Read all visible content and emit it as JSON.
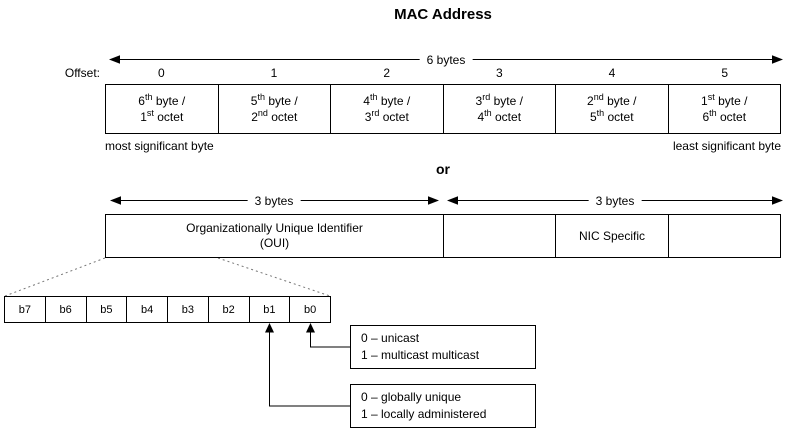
{
  "title": "MAC Address",
  "top_section": {
    "span_label": "6 bytes",
    "offset_label": "Offset:",
    "offsets": [
      "0",
      "1",
      "2",
      "3",
      "4",
      "5"
    ],
    "cells": [
      {
        "byte_num": "6",
        "byte_ord": "th",
        "byte_rest": " byte /",
        "octet_num": "1",
        "octet_ord": "st",
        "octet_rest": " octet"
      },
      {
        "byte_num": "5",
        "byte_ord": "th",
        "byte_rest": " byte /",
        "octet_num": "2",
        "octet_ord": "nd",
        "octet_rest": " octet"
      },
      {
        "byte_num": "4",
        "byte_ord": "th",
        "byte_rest": " byte /",
        "octet_num": "3",
        "octet_ord": "rd",
        "octet_rest": " octet"
      },
      {
        "byte_num": "3",
        "byte_ord": "rd",
        "byte_rest": " byte /",
        "octet_num": "4",
        "octet_ord": "th",
        "octet_rest": " octet"
      },
      {
        "byte_num": "2",
        "byte_ord": "nd",
        "byte_rest": " byte /",
        "octet_num": "5",
        "octet_ord": "th",
        "octet_rest": " octet"
      },
      {
        "byte_num": "1",
        "byte_ord": "st",
        "byte_rest": " byte /",
        "octet_num": "6",
        "octet_ord": "th",
        "octet_rest": " octet"
      }
    ],
    "msb_label": "most significant byte",
    "lsb_label": "least significant byte"
  },
  "or_label": "or",
  "oui_section": {
    "left_span_label": "3 bytes",
    "right_span_label": "3 bytes",
    "oui_line1": "Organizationally Unique Identifier",
    "oui_line2": "(OUI)",
    "nic_label": "NIC Specific"
  },
  "bit_table": {
    "bits": [
      "b7",
      "b6",
      "b5",
      "b4",
      "b3",
      "b2",
      "b1",
      "b0"
    ]
  },
  "legends": {
    "unicast_box": {
      "line1": "0 – unicast",
      "line2": "1 – multicast multicast"
    },
    "global_box": {
      "line1": "0 – globally unique",
      "line2": "1 – locally administered"
    }
  },
  "colors": {
    "line": "#000000",
    "background": "#ffffff",
    "text": "#000000",
    "dashed_connector": "#777777"
  }
}
